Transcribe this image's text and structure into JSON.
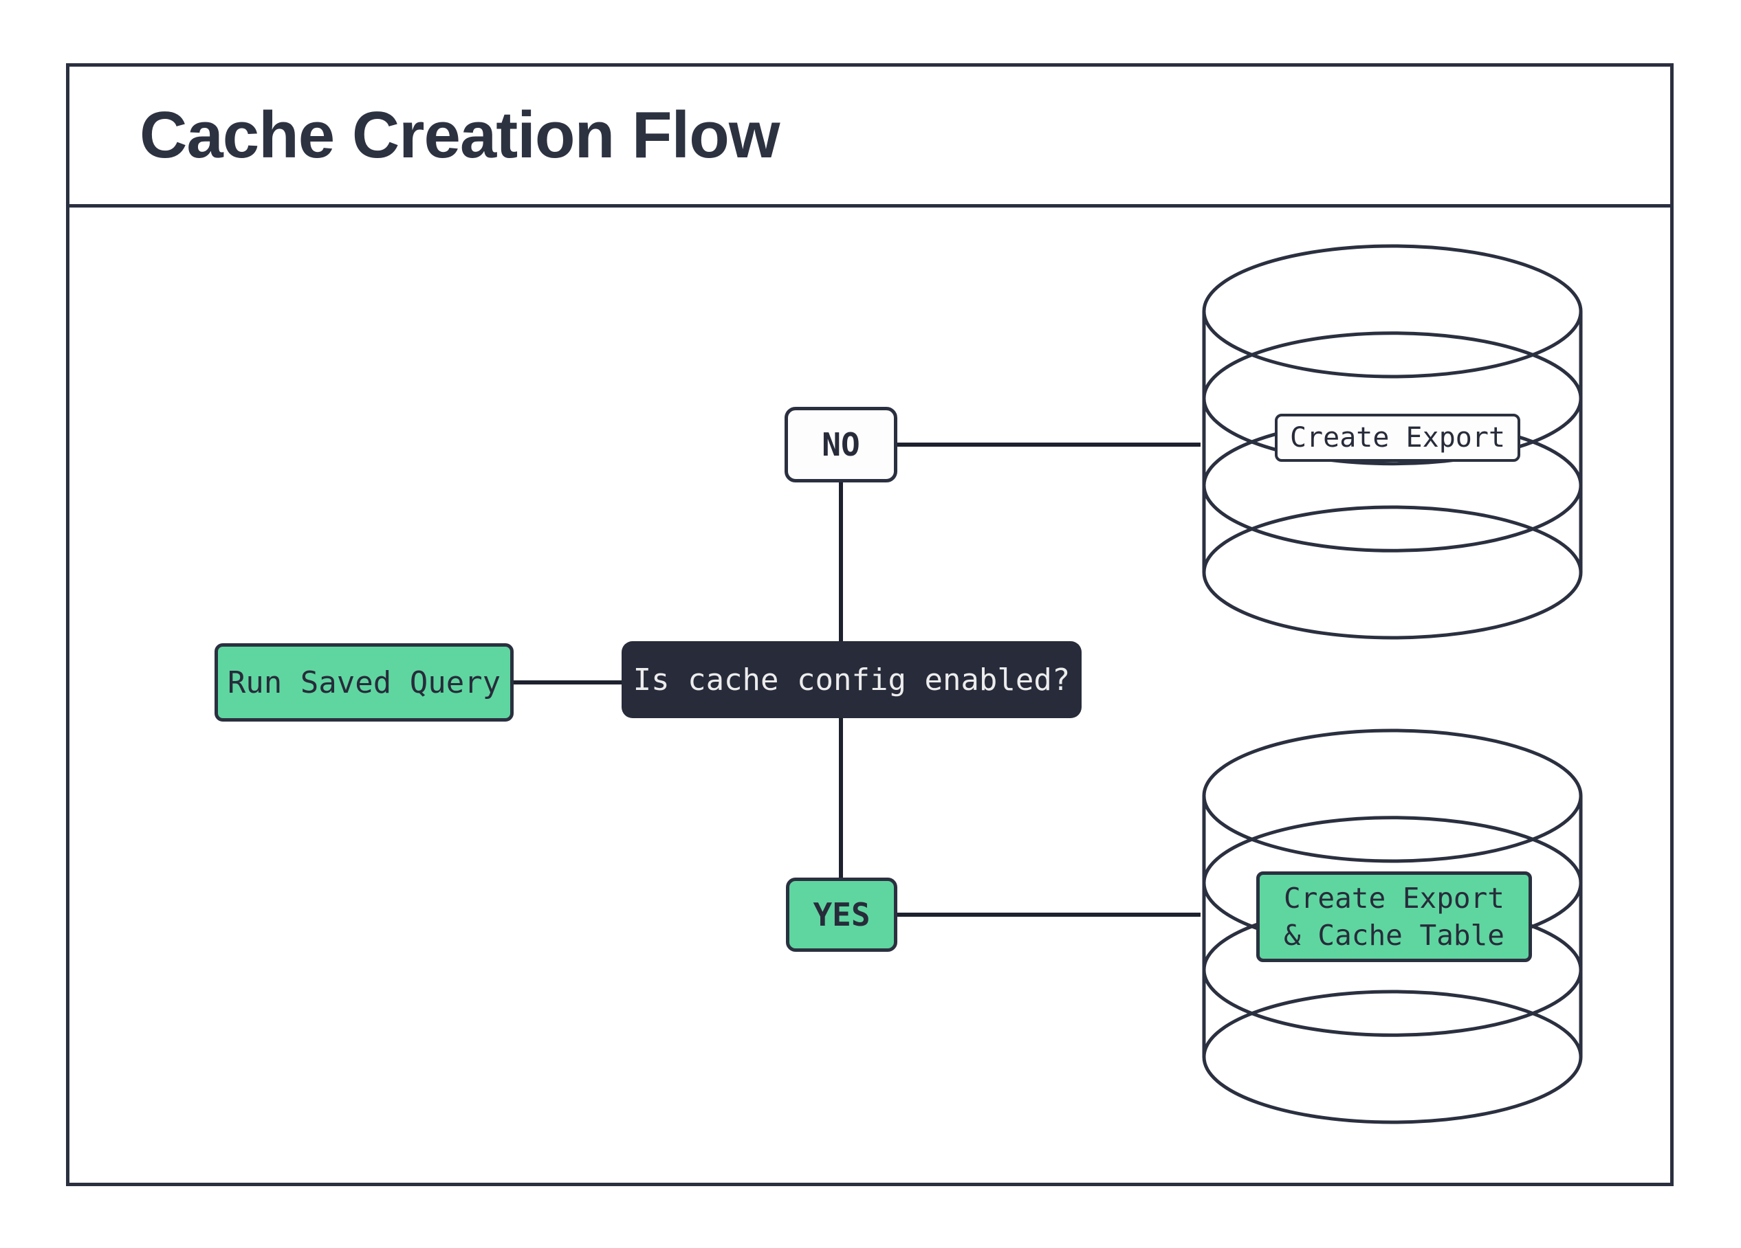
{
  "title": "Cache Creation Flow",
  "nodes": {
    "run_query": {
      "label": "Run Saved Query"
    },
    "decision": {
      "label": "Is cache config enabled?"
    },
    "branch_no": {
      "label": "NO"
    },
    "branch_yes": {
      "label": "YES"
    },
    "export_plain": {
      "label": "Create Export"
    },
    "export_cache": {
      "label_line1": "Create Export",
      "label_line2": "& Cache Table"
    }
  },
  "icons": {
    "database_top": "database-cylinder-icon",
    "database_bottom": "database-cylinder-icon"
  },
  "colors": {
    "accent_green": "#5fd6a0",
    "dark_navy": "#272b3a",
    "outline": "#2b3040",
    "connector": "#1e222e",
    "title_text": "#2d3241",
    "light_text": "#ececed",
    "node_white": "#fdfdfd",
    "background": "#ffffff"
  }
}
